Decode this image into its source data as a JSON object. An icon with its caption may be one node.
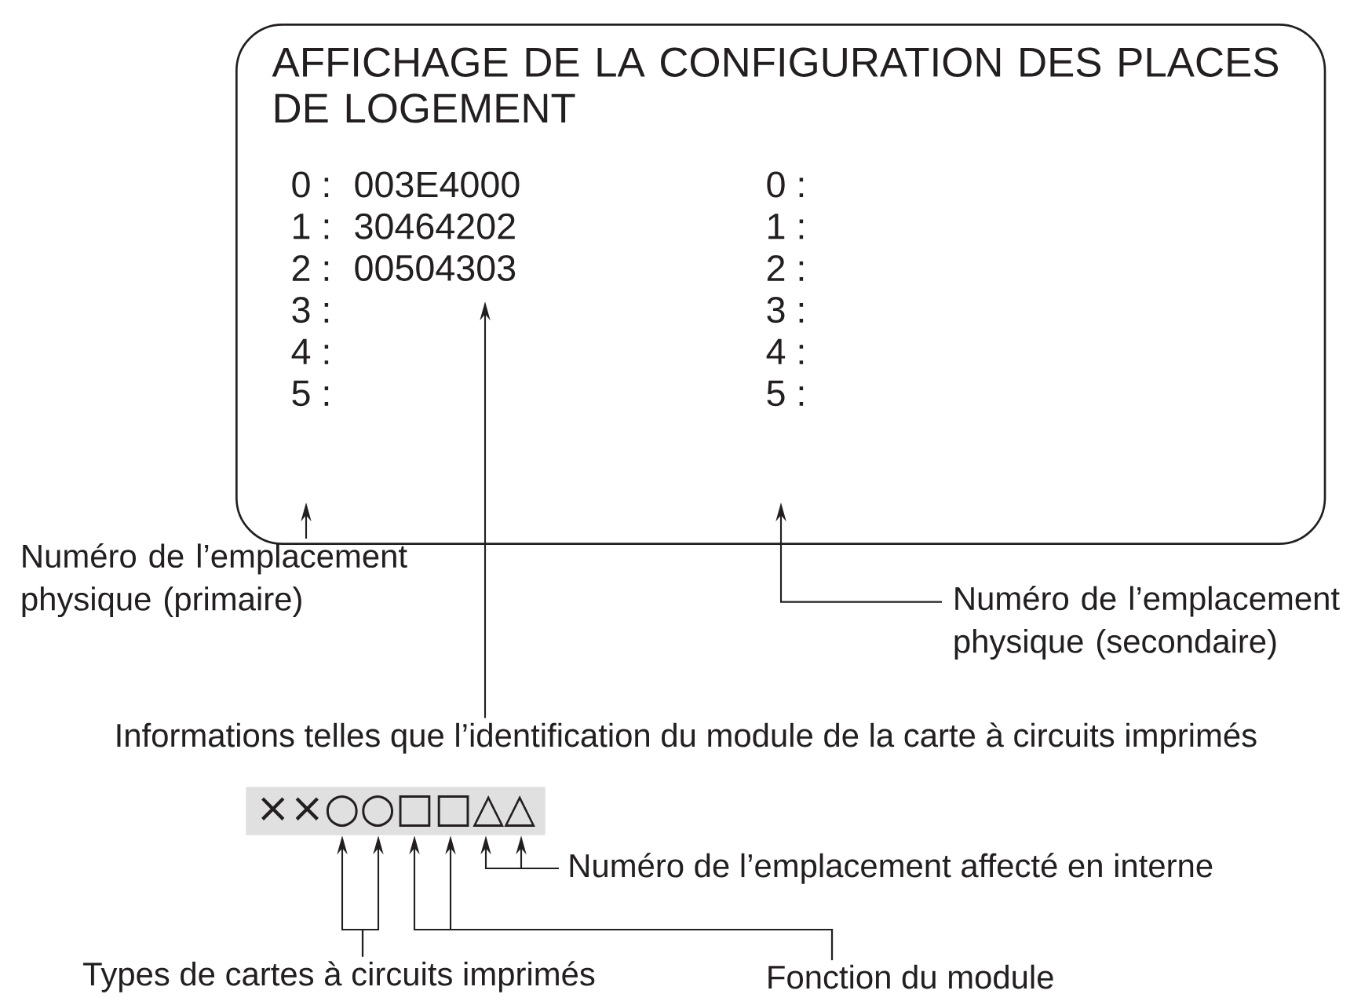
{
  "diagram": {
    "nodes": [
      {
        "text": [
          "AFFICHAGE DE LA CONFIGURATION DES PLACES DE LOGEMENT"
        ]
      },
      {
        "text": [
          "Numéro de l’emplacement physique (primaire)"
        ]
      },
      {
        "text": [
          "Numéro de l’emplacement physique (secondaire)"
        ]
      },
      {
        "text": [
          "Informations telles que l’identification du module de la carte à circuits imprimés"
        ]
      },
      {
        "text": [
          "××○○□□△△"
        ]
      },
      {
        "text": [
          "Numéro de l’emplacement affecté en interne"
        ]
      },
      {
        "text": [
          "Types de cartes à circuits imprimés"
        ]
      },
      {
        "text": [
          "Fonction du module"
        ]
      }
    ],
    "edges": [
      {
        "from": 1,
        "to": 0,
        "arrow": "to"
      },
      {
        "from": 2,
        "to": 0,
        "arrow": "to"
      },
      {
        "from": 3,
        "to": 0,
        "arrow": "to"
      },
      {
        "from": 5,
        "to": 4,
        "arrow": "to"
      },
      {
        "from": 5,
        "to": 4,
        "arrow": "to"
      },
      {
        "from": 6,
        "to": 4,
        "arrow": "to"
      },
      {
        "from": 6,
        "to": 4,
        "arrow": "to"
      },
      {
        "from": 7,
        "to": 4,
        "arrow": "to"
      },
      {
        "from": 7,
        "to": 4,
        "arrow": "to"
      }
    ],
    "labels": [
      "0 :",
      "003E4000",
      "0 :",
      "1 :",
      "30464202",
      "1 :",
      "2 :",
      "00504303",
      "2 :",
      "3 :",
      "3 :",
      "4 :",
      "4 :",
      "5 :",
      "5 :"
    ]
  }
}
